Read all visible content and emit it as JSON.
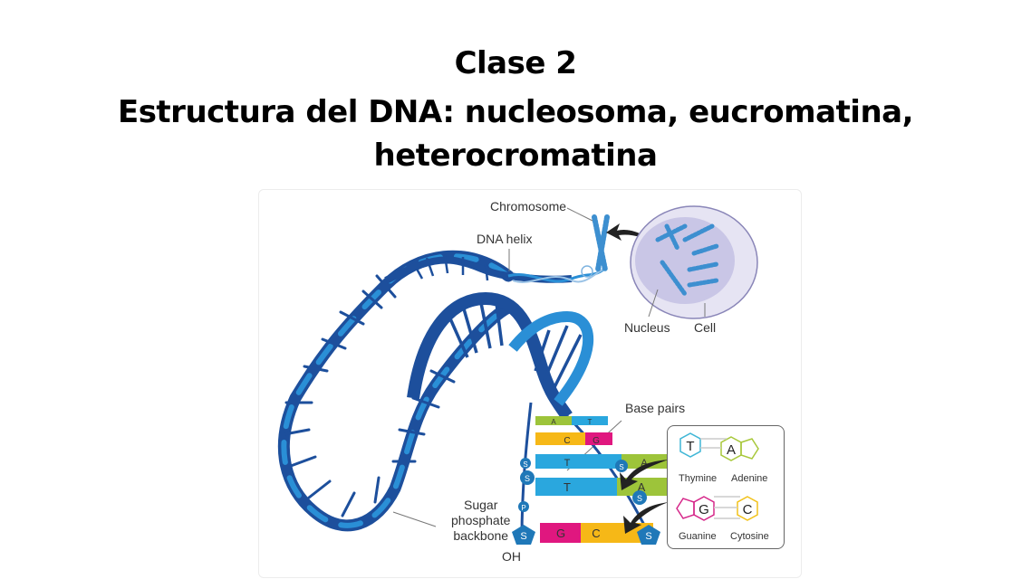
{
  "slide": {
    "title_line1": "Clase 2",
    "title_line2": "Estructura del DNA: nucleosoma, eucromatina,",
    "title_line3": "heterocromatina"
  },
  "figure": {
    "labels": {
      "chromosome": "Chromosome",
      "dna_helix": "DNA helix",
      "nucleus": "Nucleus",
      "cell": "Cell",
      "base_pairs": "Base pairs",
      "sugar_phosphate_backbone": [
        "Sugar",
        "phosphate",
        "backbone"
      ],
      "oh": "OH"
    },
    "base_pair_rows": [
      {
        "left": "A",
        "right": "T"
      },
      {
        "left": "C",
        "right": "G"
      },
      {
        "left": "T",
        "right": "A"
      },
      {
        "left": "T",
        "right": "A"
      },
      {
        "left": "G",
        "right": "C"
      }
    ],
    "backbone_markers": {
      "sugar": "S",
      "phosphate": "P"
    },
    "legend": {
      "pairs": [
        {
          "base1": {
            "letter": "T",
            "name": "Thymine",
            "color": "#3fb6d6"
          },
          "base2": {
            "letter": "A",
            "name": "Adenine",
            "color": "#a8c83a"
          }
        },
        {
          "base1": {
            "letter": "G",
            "name": "Guanine",
            "color": "#d6288a"
          },
          "base2": {
            "letter": "C",
            "name": "Cytosine",
            "color": "#f2c21b"
          }
        }
      ]
    },
    "colors": {
      "helix_dark": "#1d4f9c",
      "helix_light": "#2a8fd6",
      "nucleus_fill": "#c9c6e6",
      "cell_fill": "#e6e4f3",
      "thymine": "#2aa7de",
      "adenine": "#9dc43a",
      "guanine": "#e0177f",
      "cytosine": "#f6b817"
    }
  }
}
